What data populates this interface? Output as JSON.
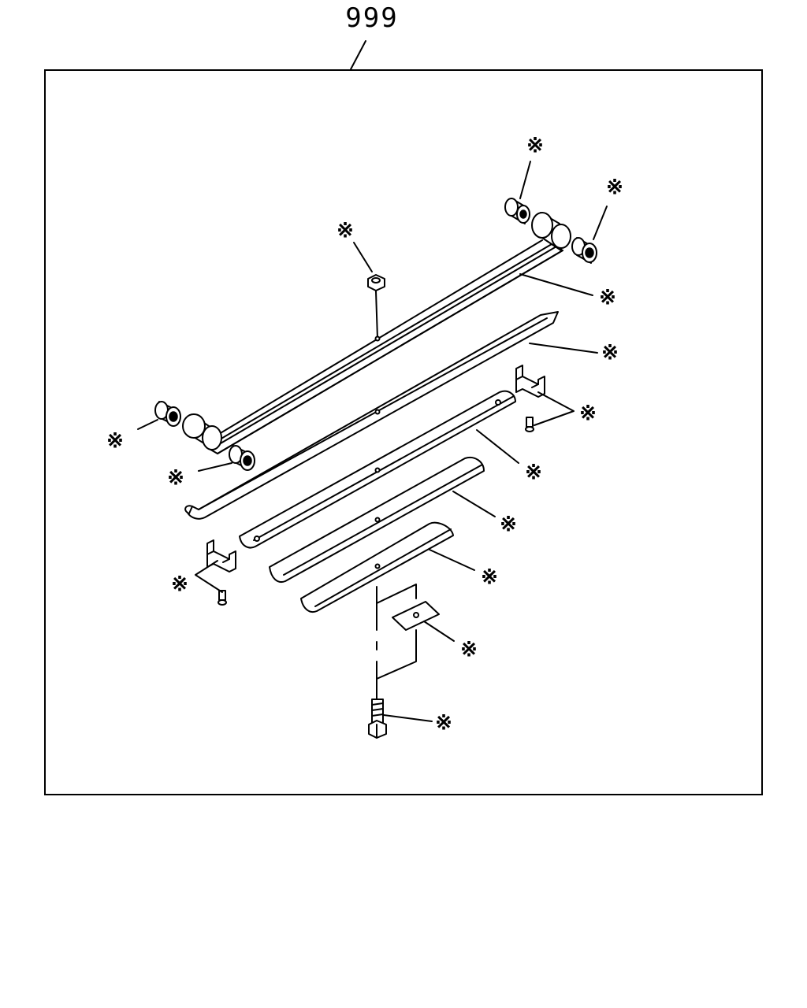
{
  "assembly": {
    "number": "999"
  },
  "callouts": {
    "mark": "※",
    "parts": [
      "bushing-top-right-a",
      "bushing-top-right-b",
      "center-nut",
      "main-leaf",
      "second-leaf",
      "rebound-clip-right",
      "bushing-left-a",
      "bushing-left-b",
      "third-leaf",
      "fourth-leaf",
      "rebound-clip-left",
      "fifth-leaf",
      "spacer-plate",
      "center-bolt"
    ]
  }
}
